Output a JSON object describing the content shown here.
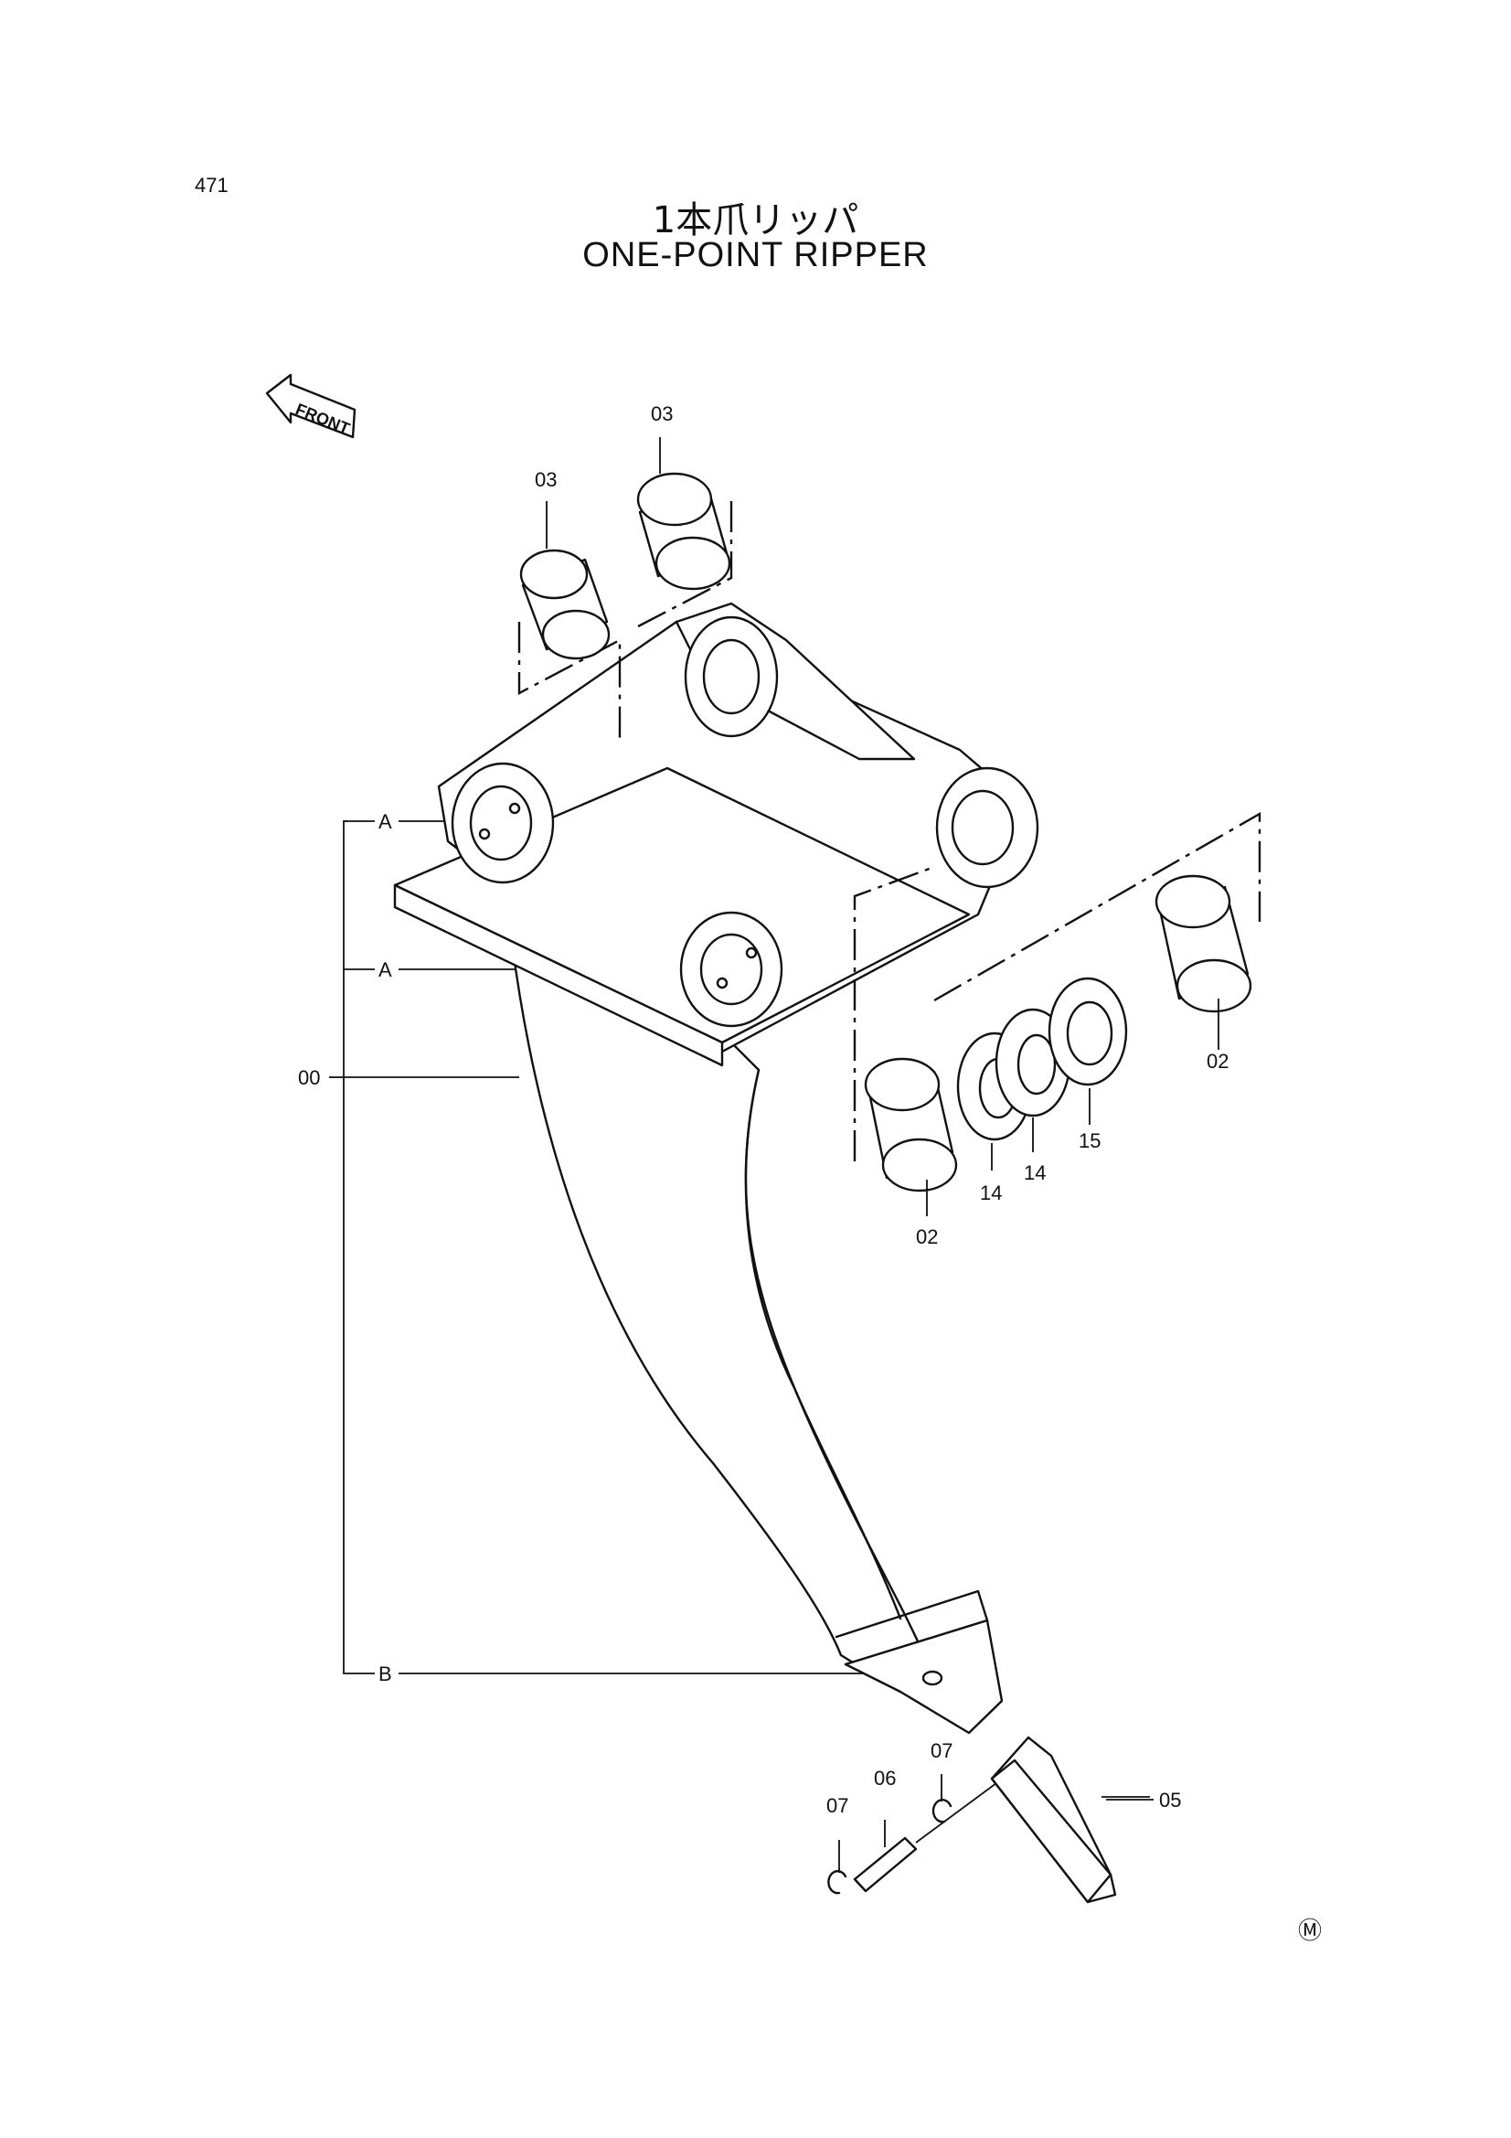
{
  "page_number": "471",
  "title_jp": "1本爪リッパ",
  "title_en": "ONE-POINT RIPPER",
  "front_label": "FRONT",
  "mark": "Ⓜ",
  "callouts": {
    "p00": "00",
    "p02a": "02",
    "p02b": "02",
    "p03a": "03",
    "p03b": "03",
    "p05": "05",
    "p06": "06",
    "p07a": "07",
    "p07b": "07",
    "p14a": "14",
    "p14b": "14",
    "p15": "15",
    "refA1": "A",
    "refA2": "A",
    "refB": "B"
  }
}
